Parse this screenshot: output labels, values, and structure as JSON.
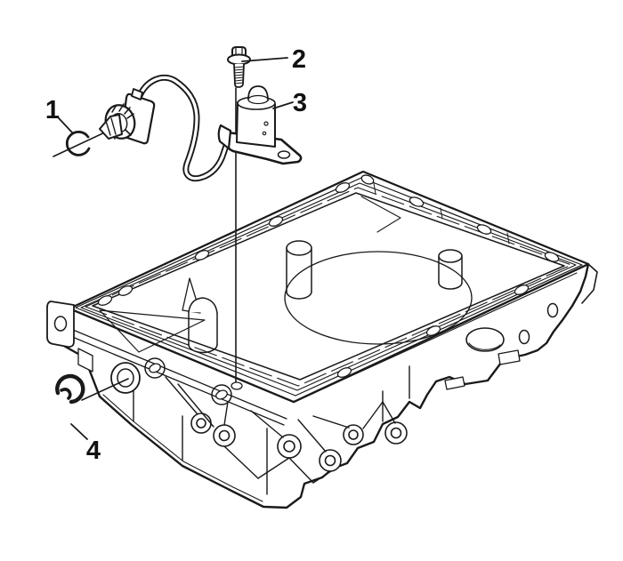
{
  "figure": {
    "type": "exploded-parts-line-illustration",
    "background_color": "#ffffff",
    "line_color": "#1a1a1a",
    "callouts": [
      {
        "label": "1",
        "part": "o-ring-seal"
      },
      {
        "label": "2",
        "part": "bolt"
      },
      {
        "label": "3",
        "part": "oil-level-indicator-solenoid"
      },
      {
        "label": "4",
        "part": "retaining-e-clip"
      }
    ]
  }
}
